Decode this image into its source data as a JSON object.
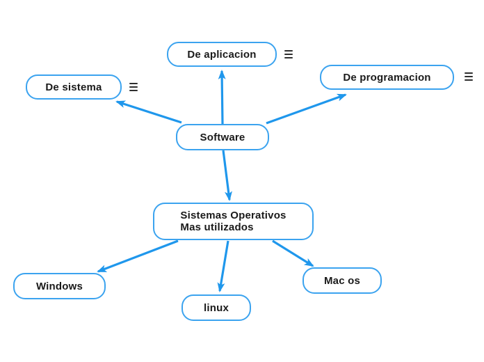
{
  "diagram": {
    "type": "mind-map",
    "nodes": [
      {
        "id": "software",
        "label": "Software"
      },
      {
        "id": "de-aplicacion",
        "label": "De aplicacion",
        "menu_icon": true
      },
      {
        "id": "de-sistema",
        "label": "De sistema",
        "menu_icon": true
      },
      {
        "id": "de-programacion",
        "label": "De programacion",
        "menu_icon": true
      },
      {
        "id": "sistemas-operativos",
        "label": "Sistemas Operativos\nMas utilizados"
      },
      {
        "id": "windows",
        "label": "Windows"
      },
      {
        "id": "linux",
        "label": "linux"
      },
      {
        "id": "mac-os",
        "label": "Mac os"
      }
    ],
    "edges": [
      {
        "from": "software",
        "to": "de-aplicacion"
      },
      {
        "from": "software",
        "to": "de-sistema"
      },
      {
        "from": "software",
        "to": "de-programacion"
      },
      {
        "from": "software",
        "to": "sistemas-operativos"
      },
      {
        "from": "sistemas-operativos",
        "to": "windows"
      },
      {
        "from": "sistemas-operativos",
        "to": "linux"
      },
      {
        "from": "sistemas-operativos",
        "to": "mac-os"
      }
    ]
  },
  "icons": {
    "menu": "hamburger-icon"
  },
  "colors": {
    "node_border": "#3BA3EF",
    "connector": "#1F97EC",
    "node_bg": "#FFFFFF",
    "text": "#1A1A1A",
    "icon": "#2E2E2E",
    "canvas_bg": "#FFFFFF"
  }
}
